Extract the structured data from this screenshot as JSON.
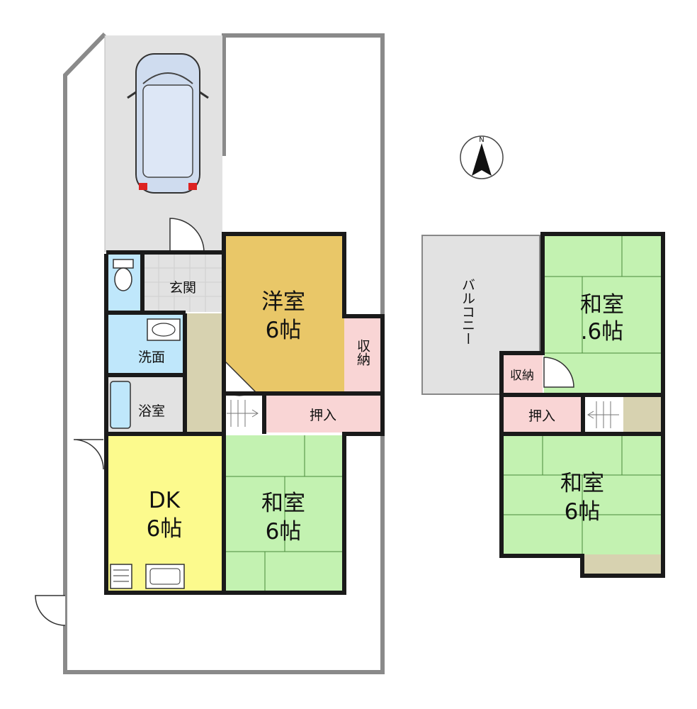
{
  "floor1": {
    "entrance": "玄関",
    "western_room": {
      "name": "洋室",
      "size": "6帖"
    },
    "storage": "収納",
    "washroom": "洗面",
    "bathroom": "浴室",
    "closet": "押入",
    "dk": {
      "name": "DK",
      "size": "6帖"
    },
    "japanese_room": {
      "name": "和室",
      "size": "6帖"
    }
  },
  "floor2": {
    "balcony": "バルコニー",
    "japanese_room_north": {
      "name": "和室",
      "size": ".6帖"
    },
    "storage": "収納",
    "closet": "押入",
    "japanese_room_south": {
      "name": "和室",
      "size": "6帖"
    }
  },
  "compass": {
    "north_label": "N"
  },
  "colors": {
    "western": "#e9c768",
    "japanese": "#c3f2b1",
    "dk": "#fcfa8d",
    "storage": "#f9d5d5",
    "water": "#bfe7fb",
    "gray": "#e2e2e2",
    "hall": "#d7d2b0",
    "wall": "#1a1a1a",
    "site_line": "#8a8a8a"
  }
}
